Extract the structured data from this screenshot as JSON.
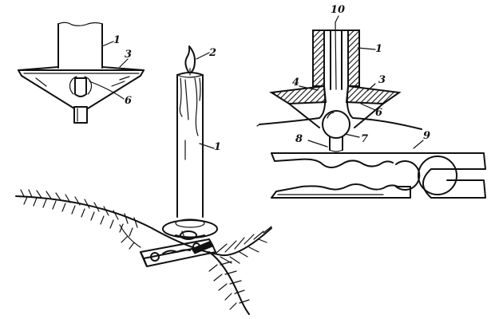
{
  "labels": {
    "l1": "1",
    "l2": "2",
    "l3": "3",
    "l6": "6",
    "l1b": "1",
    "l10": "10",
    "l1c": "1",
    "l4": "4",
    "l3b": "3",
    "l6b": "6",
    "l8": "8",
    "l7": "7",
    "l9": "9"
  }
}
